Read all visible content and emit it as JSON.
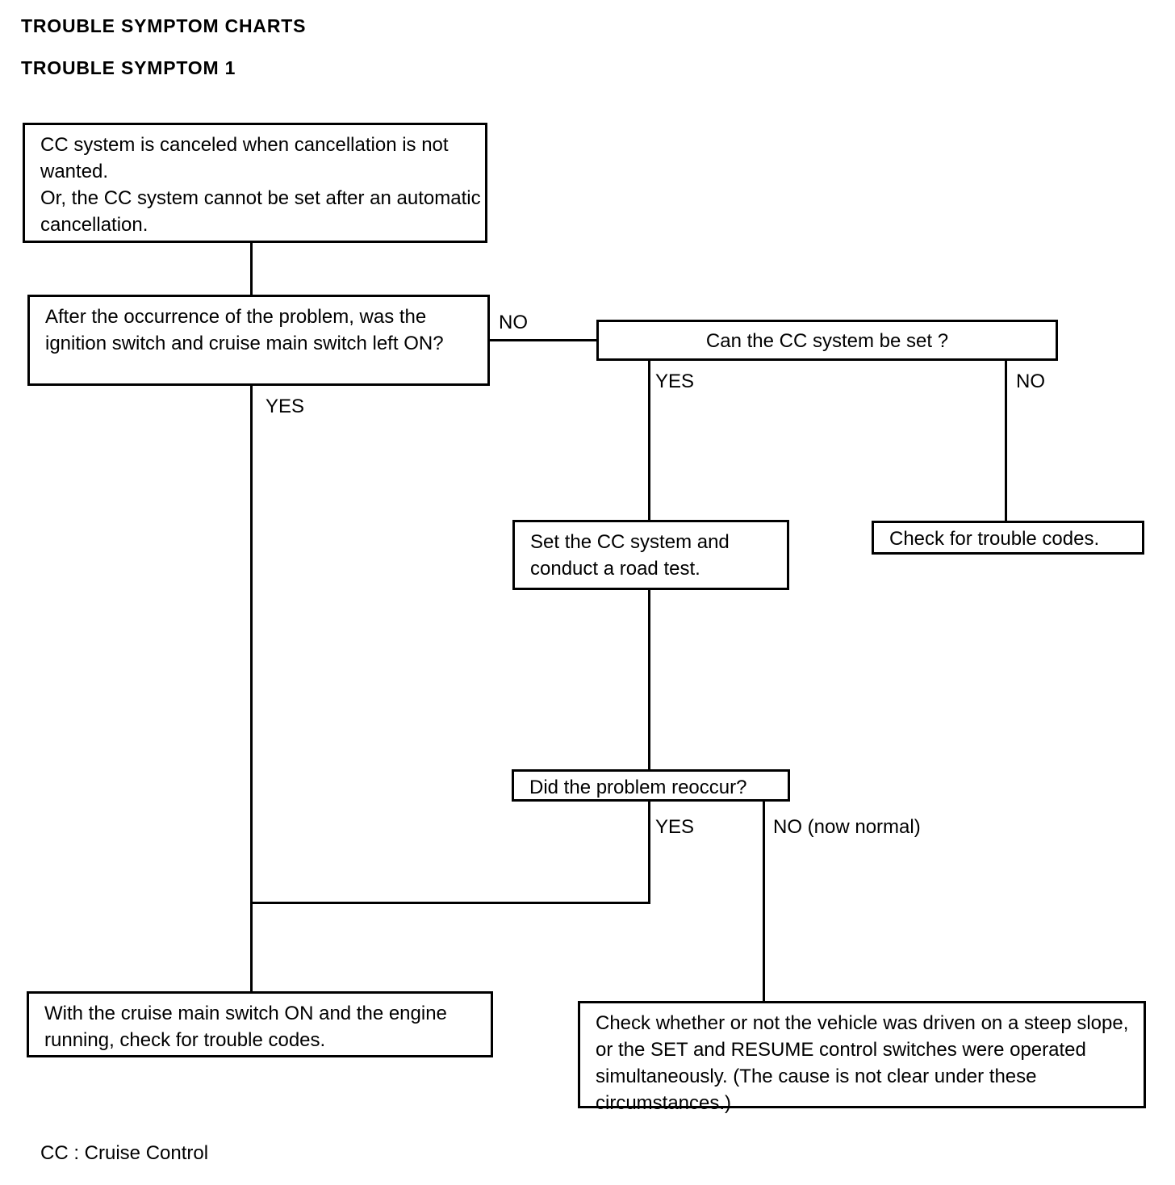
{
  "headings": {
    "chart_title": "TROUBLE SYMPTOM CHARTS",
    "section_title": "TROUBLE SYMPTOM 1"
  },
  "nodes": {
    "symptom": "CC system is canceled when cancellation is not wanted.\nOr, the CC system cannot be set after an automatic cancellation.",
    "question1": "After the occurrence of the problem, was the ignition switch and cruise main switch left ON?",
    "can_set": "Can the CC system be set ?",
    "set_cc": "Set the CC system and conduct a road test.",
    "check_codes": "Check for trouble codes.",
    "reoccur": "Did the problem reoccur?",
    "with_cruise": "With the cruise main switch ON and the engine running, check for trouble codes.",
    "steep_slope": "Check whether or not the vehicle was driven on a steep slope, or the SET and RESUME control switches were operated simultaneously. (The cause is not clear under these circumstances.)"
  },
  "branch_labels": {
    "q1_no": "NO",
    "q1_yes": "YES",
    "canset_yes": "YES",
    "canset_no": "NO",
    "reoccur_yes": "YES",
    "reoccur_no": "NO (now normal)"
  },
  "footnote": "CC : Cruise Control",
  "colors": {
    "ink": "#000000",
    "paper": "#ffffff"
  }
}
